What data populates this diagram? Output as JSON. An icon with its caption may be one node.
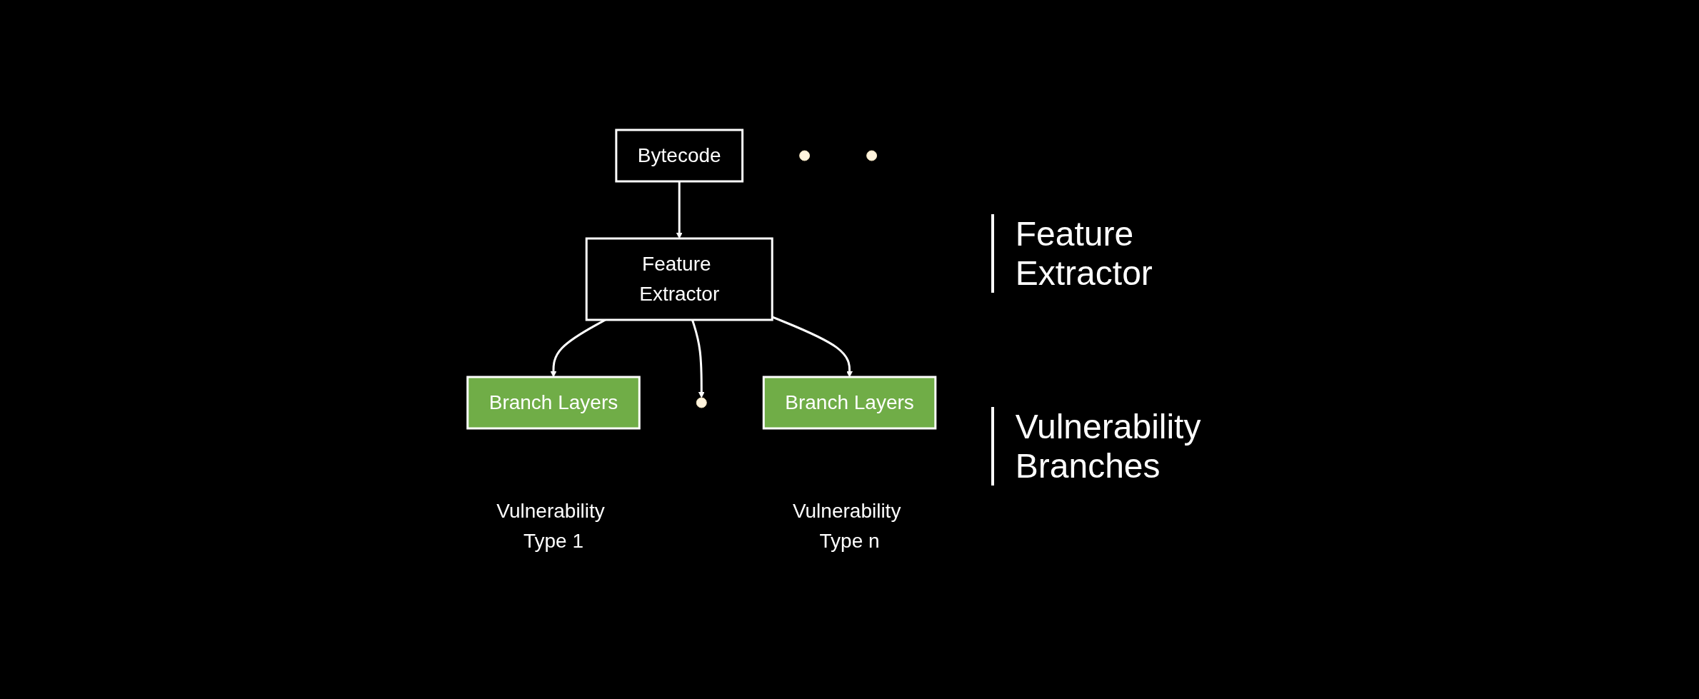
{
  "diagram": {
    "nodes": [
      {
        "text": [
          "Bytecode"
        ]
      },
      {
        "text": [
          "Feature Extractor"
        ]
      },
      {
        "text": [
          "Branch Layers"
        ],
        "beside": [
          "Vulnerability Type 1"
        ]
      },
      {
        "text": [],
        "shape": "circle"
      },
      {
        "text": [],
        "shape": "circle"
      },
      {
        "text": [],
        "shape": "circle"
      },
      {
        "text": [
          "Branch Layers"
        ],
        "beside": [
          "Vulnerability Type n"
        ]
      }
    ],
    "edges": [
      {
        "from": 0,
        "to": 1,
        "arrow": "to"
      },
      {
        "from": 1,
        "to": 2,
        "arrow": "to"
      },
      {
        "from": 1,
        "to": 4,
        "arrow": "to"
      },
      {
        "from": 1,
        "to": 6,
        "arrow": "to"
      }
    ],
    "labels": [
      "Feature Extractor",
      "Vulnerability Branches"
    ]
  }
}
